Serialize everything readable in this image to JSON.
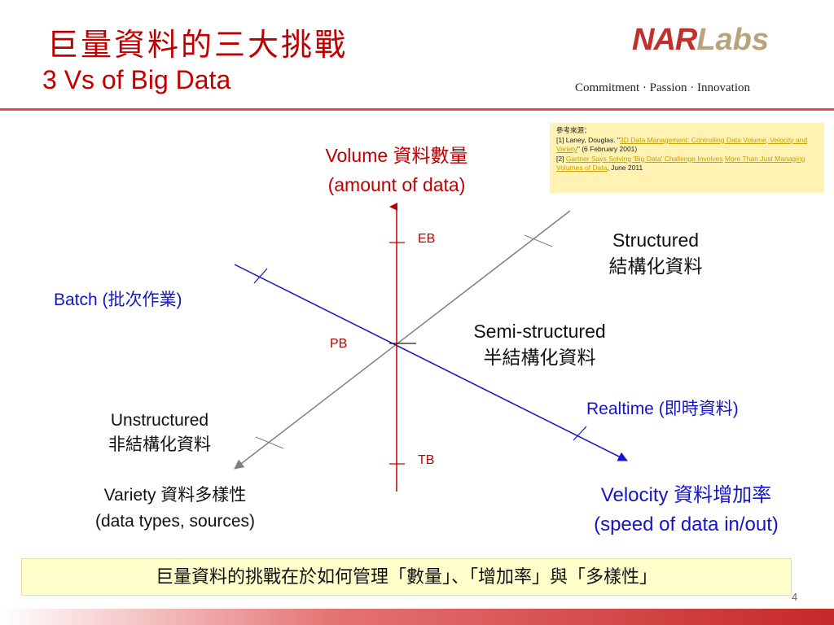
{
  "title": {
    "zh": "巨量資料的三大挑戰",
    "en": "3 Vs of Big Data"
  },
  "logo": {
    "nar": "NAR",
    "labs": "Labs",
    "tagline": "Commitment · Passion · Innovation"
  },
  "references": {
    "heading": "參考來源：",
    "ref1_prefix": "[1] Laney, Douglas. \"",
    "ref1_link": "3D Data Management: Controlling Data Volume, Velocity and Variety",
    "ref1_suffix": "\" (6 February 2001)",
    "ref2_prefix": "[2] ",
    "ref2_link1": "Gartner Says Solving 'Big Data' Challenge Involves",
    "ref2_link2": "More Than Just Managing Volumes of Data",
    "ref2_suffix": ", June 2011"
  },
  "axes": {
    "volume": {
      "line1": "Volume 資料數量",
      "line2": "(amount of data)"
    },
    "variety": {
      "line1": "Variety 資料多樣性",
      "line2": "(data types, sources)"
    },
    "velocity": {
      "line1": "Velocity 資料增加率",
      "line2": "(speed of data in/out)"
    }
  },
  "labels": {
    "structured": {
      "en": "Structured",
      "zh": "結構化資料"
    },
    "semi": {
      "en": "Semi-structured",
      "zh": "半結構化資料"
    },
    "unstructured": {
      "en": "Unstructured",
      "zh": "非結構化資料"
    },
    "batch": "Batch (批次作業)",
    "realtime": "Realtime (即時資料)"
  },
  "ticks": {
    "eb": "EB",
    "pb": "PB",
    "tb": "TB"
  },
  "colors": {
    "volume": "#c00000",
    "velocity": "#1414c8",
    "variety": "#808080",
    "title": "#c00000"
  },
  "bottom": "巨量資料的挑戰在於如何管理「數量」、「增加率」與「多樣性」",
  "page_number": "4"
}
